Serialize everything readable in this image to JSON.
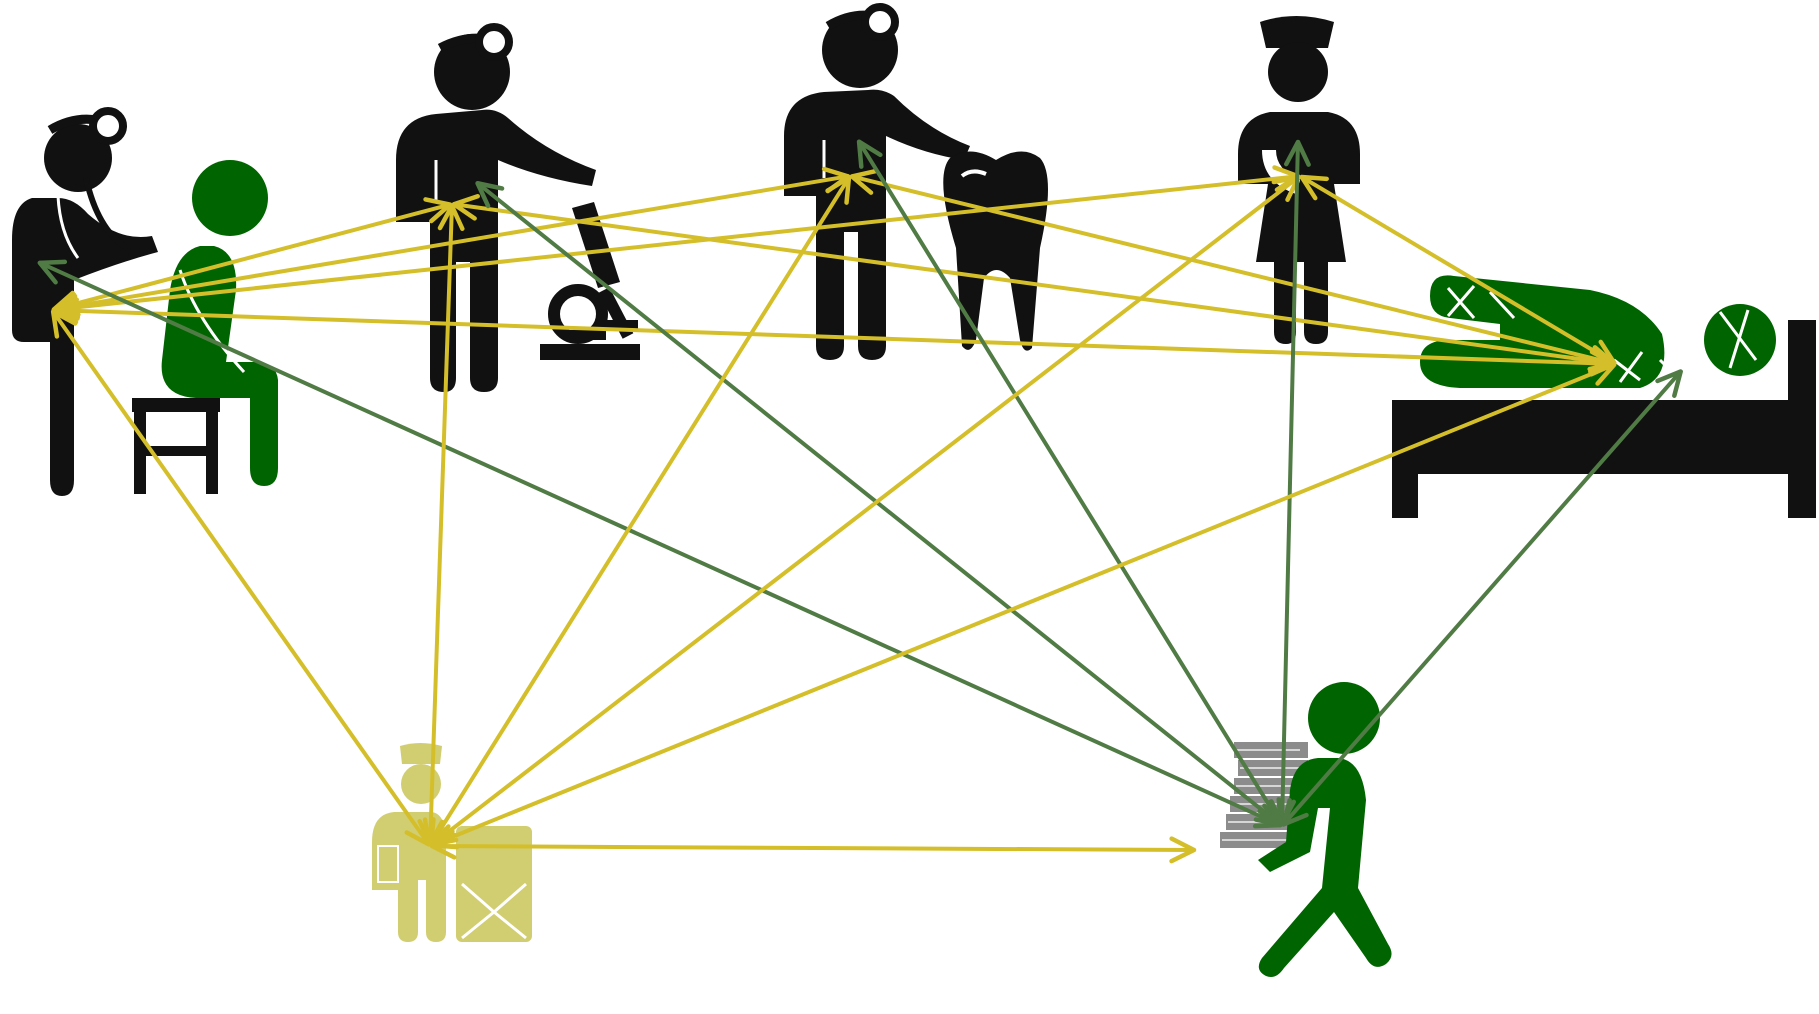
{
  "colors": {
    "black": "#111111",
    "green": "#006400",
    "yellow_arrow": "#d4bf2a",
    "green_arrow": "#507b45",
    "postman": "#cfcb6a",
    "books": "#8c8c8c"
  },
  "nodes": [
    {
      "id": "doctor",
      "name": "doctor-examining-patient-icon"
    },
    {
      "id": "lab",
      "name": "lab-technician-microscope-icon"
    },
    {
      "id": "dentist",
      "name": "dentist-tooth-icon"
    },
    {
      "id": "nurse",
      "name": "nurse-icon"
    },
    {
      "id": "bed",
      "name": "bandaged-patient-bed-icon"
    },
    {
      "id": "postman",
      "name": "postman-letter-icon"
    },
    {
      "id": "walker",
      "name": "person-carrying-books-icon"
    }
  ],
  "edges": [
    {
      "from": "doctor",
      "to": "lab",
      "color": "yellow"
    },
    {
      "from": "doctor",
      "to": "dentist",
      "color": "yellow"
    },
    {
      "from": "doctor",
      "to": "nurse",
      "color": "yellow"
    },
    {
      "from": "doctor",
      "to": "bed",
      "color": "yellow"
    },
    {
      "from": "doctor",
      "to": "postman",
      "color": "yellow"
    },
    {
      "from": "doctor",
      "to": "walker",
      "color": "green"
    },
    {
      "from": "lab",
      "to": "bed",
      "color": "yellow"
    },
    {
      "from": "lab",
      "to": "postman",
      "color": "yellow"
    },
    {
      "from": "lab",
      "to": "walker",
      "color": "green"
    },
    {
      "from": "dentist",
      "to": "bed",
      "color": "yellow"
    },
    {
      "from": "dentist",
      "to": "postman",
      "color": "yellow"
    },
    {
      "from": "dentist",
      "to": "walker",
      "color": "green"
    },
    {
      "from": "nurse",
      "to": "bed",
      "color": "yellow"
    },
    {
      "from": "nurse",
      "to": "postman",
      "color": "yellow"
    },
    {
      "from": "nurse",
      "to": "walker",
      "color": "green"
    },
    {
      "from": "bed",
      "to": "postman",
      "color": "yellow"
    },
    {
      "from": "bed",
      "to": "walker",
      "color": "green"
    },
    {
      "from": "postman",
      "to": "walker",
      "color": "yellow"
    }
  ]
}
